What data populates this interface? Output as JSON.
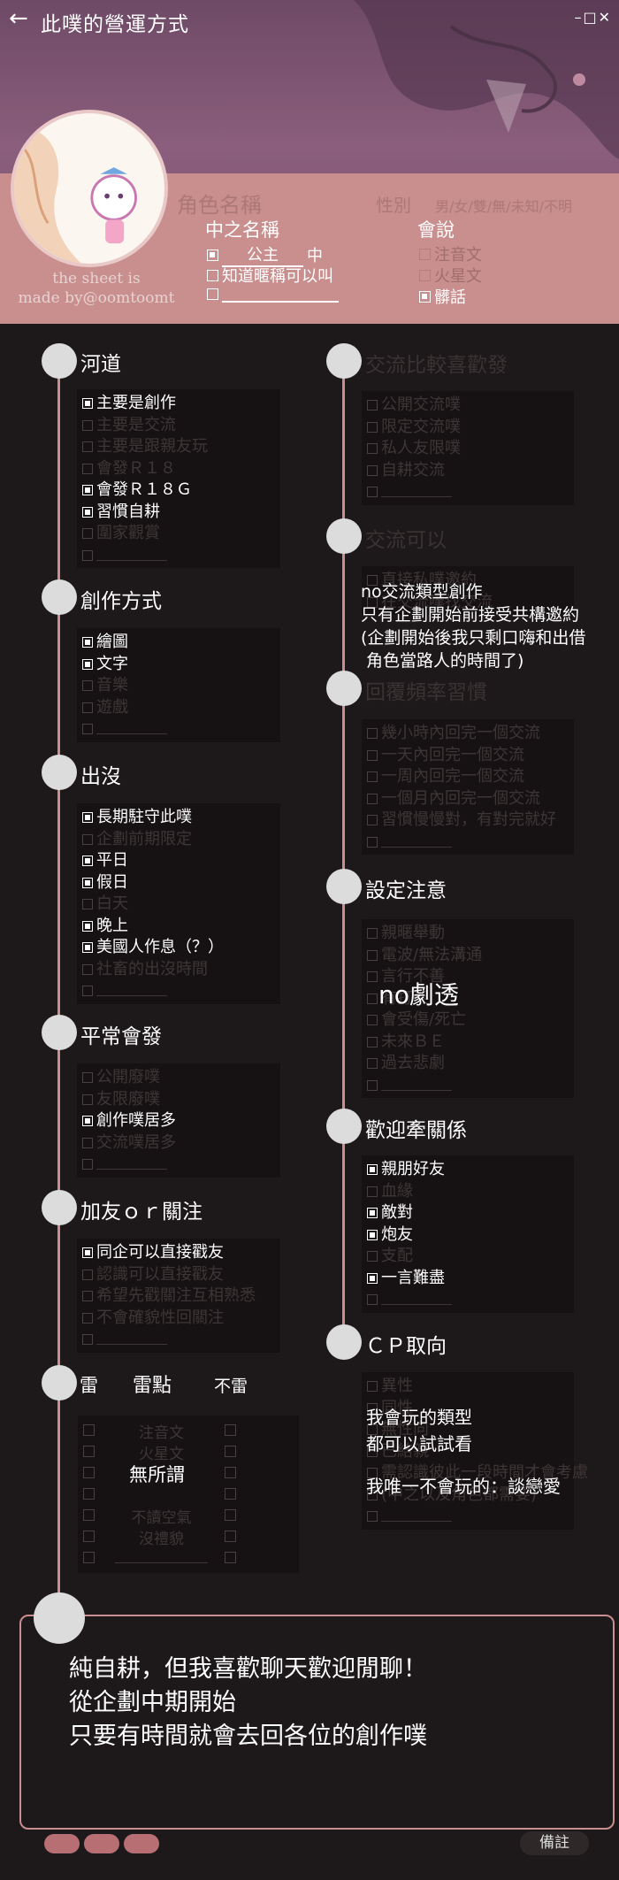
{
  "titlebar": {
    "back": "←",
    "title": "此噗的營運方式",
    "controls": [
      "–",
      "□",
      "✕"
    ]
  },
  "header": {
    "signature": [
      "the sheet is",
      "made by@oomtoomt"
    ],
    "name_label": "角色名稱",
    "gender_label": "性別",
    "gender_options": "男/女/雙/無/未知/不明",
    "nickname_label": "中之名稱",
    "nickname_value": "公主",
    "nickname_suffix": "中",
    "nickname_opt2": "知道暱稱可以叫",
    "speak_label": "會說",
    "speak_items": [
      {
        "label": "注音文",
        "on": false
      },
      {
        "label": "火星文",
        "on": false
      },
      {
        "label": "髒話",
        "on": true
      }
    ]
  },
  "left_sections": [
    {
      "title": "河道",
      "items": [
        {
          "label": "主要是創作",
          "on": true
        },
        {
          "label": "主要是交流",
          "on": false
        },
        {
          "label": "主要是跟親友玩",
          "on": false
        },
        {
          "label": "會發Ｒ１８",
          "on": false
        },
        {
          "label": "會發Ｒ１８Ｇ",
          "on": true
        },
        {
          "label": "習慣自耕",
          "on": true
        },
        {
          "label": "圍家觀賞",
          "on": false
        },
        {
          "label": "",
          "on": false
        }
      ]
    },
    {
      "title": "創作方式",
      "items": [
        {
          "label": "繪圖",
          "on": true
        },
        {
          "label": "文字",
          "on": true
        },
        {
          "label": "音樂",
          "on": false
        },
        {
          "label": "遊戲",
          "on": false
        },
        {
          "label": "",
          "on": false
        }
      ]
    },
    {
      "title": "出沒",
      "items": [
        {
          "label": "長期駐守此噗",
          "on": true
        },
        {
          "label": "企劃前期限定",
          "on": false
        },
        {
          "label": "平日",
          "on": true
        },
        {
          "label": "假日",
          "on": true
        },
        {
          "label": "白天",
          "on": false
        },
        {
          "label": "晚上",
          "on": true
        },
        {
          "label": "美國人作息（？）",
          "on": true
        },
        {
          "label": "社畜的出沒時間",
          "on": false
        },
        {
          "label": "",
          "on": false
        }
      ]
    },
    {
      "title": "平常會發",
      "items": [
        {
          "label": "公開廢噗",
          "on": false
        },
        {
          "label": "友限廢噗",
          "on": false
        },
        {
          "label": "創作噗居多",
          "on": true
        },
        {
          "label": "交流噗居多",
          "on": false
        },
        {
          "label": "",
          "on": false
        }
      ]
    },
    {
      "title": "加友ｏｒ關注",
      "items": [
        {
          "label": "同企可以直接戳友",
          "on": true
        },
        {
          "label": "認識可以直接戳友",
          "on": false
        },
        {
          "label": "希望先戳關注互相熟悉",
          "on": false
        },
        {
          "label": "不會確貌性回關注",
          "on": false
        },
        {
          "label": "",
          "on": false
        }
      ]
    }
  ],
  "thunder": {
    "title": "雷",
    "points_label": "雷點",
    "not_label": "不雷",
    "items": [
      "注音文",
      "火星文",
      "",
      "",
      "不讀空氣",
      "沒禮貌",
      ""
    ],
    "note": "無所謂"
  },
  "right_sections": [
    {
      "title": "交流比較喜歡發",
      "dim": true,
      "items": [
        {
          "label": "公開交流噗",
          "on": false
        },
        {
          "label": "限定交流噗",
          "on": false
        },
        {
          "label": "私人友限噗",
          "on": false
        },
        {
          "label": "自耕交流",
          "on": false
        },
        {
          "label": "",
          "on": false
        }
      ]
    },
    {
      "title": "交流可以",
      "dim": true,
      "items": [
        {
          "label": "直接私噗邀約",
          "on": false
        },
        {
          "label": "在交流噗找交流",
          "on": false
        }
      ]
    },
    {
      "title": "回覆頻率習慣",
      "dim": true,
      "items": [
        {
          "label": "幾小時內回完一個交流",
          "on": false
        },
        {
          "label": "一天內回完一個交流",
          "on": false
        },
        {
          "label": "一周內回完一個交流",
          "on": false
        },
        {
          "label": "一個月內回完一個交流",
          "on": false
        },
        {
          "label": "習慣慢慢對，有對完就好",
          "on": false
        },
        {
          "label": "",
          "on": false
        }
      ]
    },
    {
      "title": "設定注意",
      "dim": false,
      "items": [
        {
          "label": "親暱舉動",
          "on": false
        },
        {
          "label": "電波/無法溝通",
          "on": false
        },
        {
          "label": "言行不善",
          "on": false
        },
        {
          "label": "有打架",
          "on": false
        },
        {
          "label": "會受傷/死亡",
          "on": false
        },
        {
          "label": "未來ＢＥ",
          "on": false
        },
        {
          "label": "過去悲劇",
          "on": false
        },
        {
          "label": "",
          "on": false
        }
      ]
    },
    {
      "title": "歡迎牽關係",
      "dim": false,
      "items": [
        {
          "label": "親朋好友",
          "on": true
        },
        {
          "label": "血緣",
          "on": false
        },
        {
          "label": "敵對",
          "on": true
        },
        {
          "label": "炮友",
          "on": true
        },
        {
          "label": "支配",
          "on": false
        },
        {
          "label": "一言難盡",
          "on": true
        },
        {
          "label": "",
          "on": false
        }
      ]
    },
    {
      "title": "ＣＰ取向",
      "dim": false,
      "items": [
        {
          "label": "異性",
          "on": false
        },
        {
          "label": "同性",
          "on": false
        },
        {
          "label": "無性向",
          "on": false
        },
        {
          "label": "已結親",
          "on": false
        },
        {
          "label": "需認識彼此一段時間才會考慮",
          "on": false
        },
        {
          "label": "(中之以及角色都需要)",
          "on": false
        },
        {
          "label": "",
          "on": false
        }
      ]
    }
  ],
  "notes": {
    "exchange": [
      "no交流類型創作",
      "只有企劃開始前接受共構邀約",
      "(企劃開始後我只剩口嗨和出借",
      " 角色當路人的時間了)"
    ],
    "setting": "no劇透",
    "cp": [
      "我會玩的類型",
      "都可以試試看",
      "我唯一不會玩的：談戀愛"
    ]
  },
  "bottom": {
    "text": [
      "純自耕，但我喜歡聊天歡迎閒聊！",
      "從企劃中期開始",
      "只要有時間就會去回各位的創作噗"
    ],
    "memo": "備註"
  },
  "colors": {
    "accent": "#c98e8e",
    "background": "#1d1819",
    "dot": "#dcdcdc",
    "pill": "#b86f74"
  }
}
